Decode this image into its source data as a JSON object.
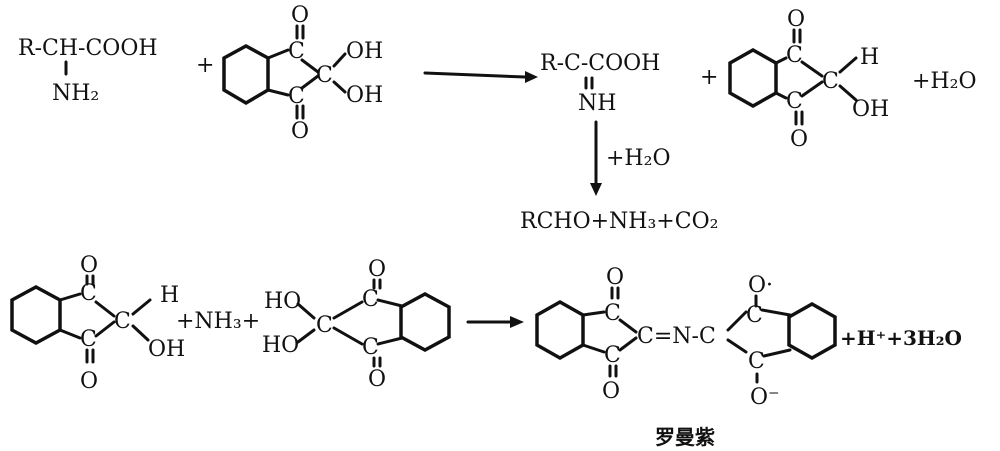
{
  "reaction_1": {
    "amino_acid_top": "R-CH-COOH",
    "amino_acid_nh2": "NH₂",
    "plus": "+",
    "ninhydrin_atoms": {
      "c": "C",
      "o": "O",
      "oh": "OH"
    },
    "imino_acid_top": "R-C-COOH",
    "imino_acid_nh": "NH",
    "hydrindantin_h": "H",
    "hydrindantin_oh": "OH",
    "water": "+H₂O"
  },
  "reaction_2": {
    "reagent": "+H₂O",
    "products": "RCHO+NH₃+CO₂"
  },
  "reaction_3": {
    "plus_nh3": "+NH₃+",
    "ho": "HO",
    "link": "C=N-C",
    "o_minus": "O⁻",
    "o_dot": "O·",
    "byproducts": "+H⁺+3H₂O",
    "product_name": "罗曼紫"
  }
}
